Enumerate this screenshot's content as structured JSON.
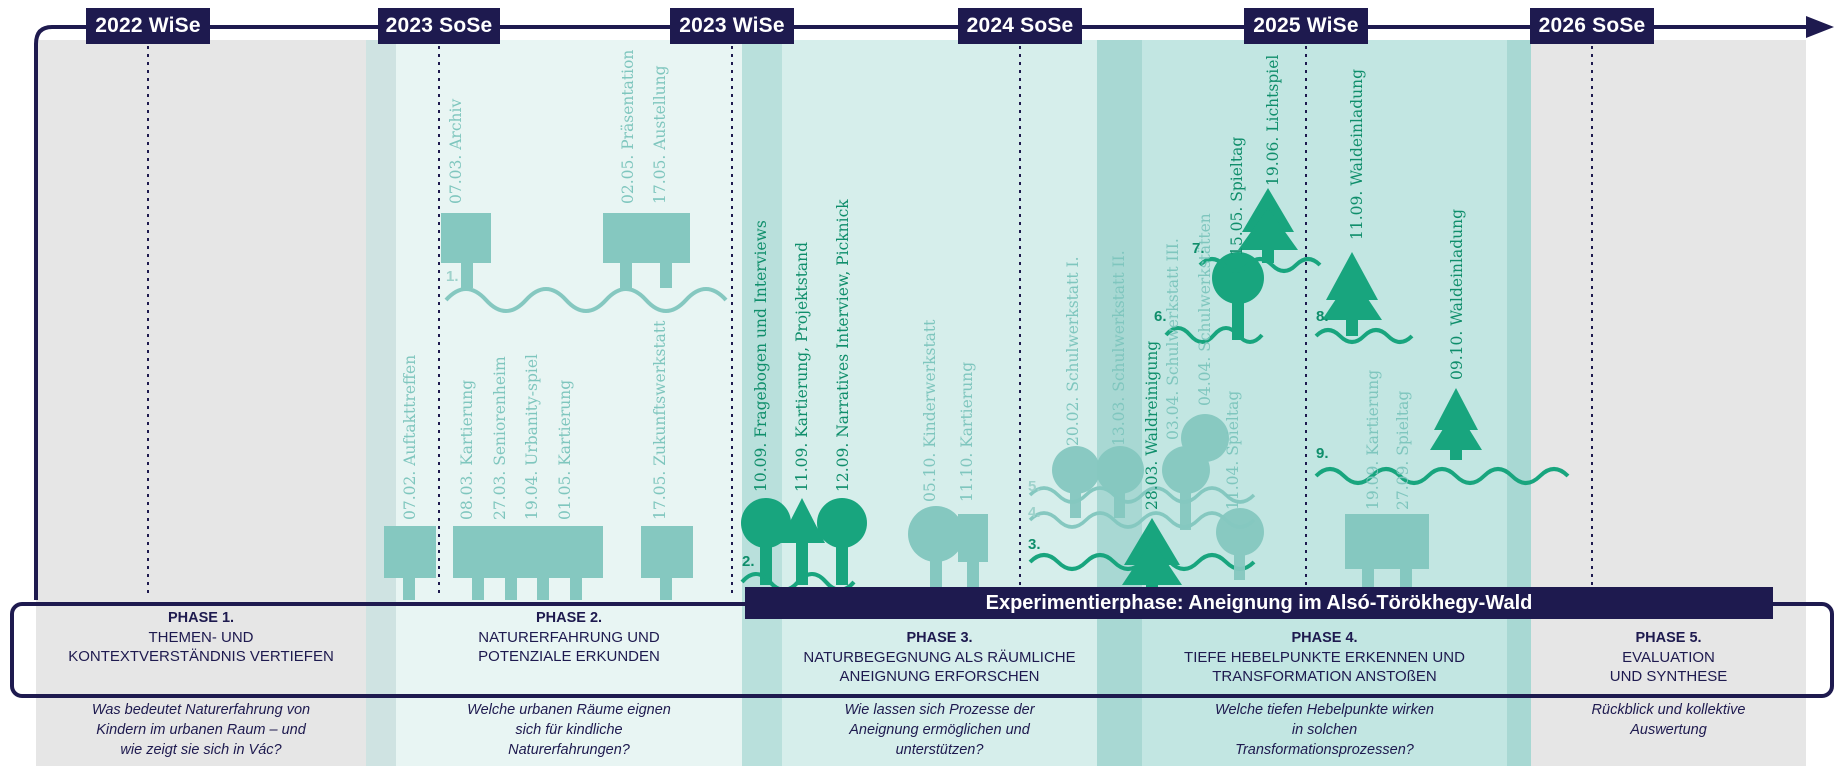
{
  "semesters": [
    "2022 WiSe",
    "2023 SoSe",
    "2023 WiSe",
    "2024 SoSe",
    "2025 WiSe",
    "2026 SoSe"
  ],
  "experiment_phase": "Experimentierphase: Aneignung im Alsó-Törökhegy-Wald",
  "phases": [
    {
      "title": "PHASE 1.",
      "desc": "THEMEN- UND\nKONTEXTVERSTÄNDNIS VERTIEFEN",
      "question": "Was bedeutet Naturerfahrung von\nKindern im urbanen Raum – und\nwie zeigt sie sich in Vác?"
    },
    {
      "title": "PHASE 2.",
      "desc": "NATURERFAHRUNG UND\nPOTENZIALE ERKUNDEN",
      "question": "Welche urbanen Räume eignen\nsich für kindliche\nNaturerfahrungen?"
    },
    {
      "title": "PHASE 3.",
      "desc": "NATURBEGEGNUNG ALS RÄUMLICHE\nANEIGNUNG ERFORSCHEN",
      "question": "Wie lassen sich Prozesse der\nAneignung ermöglichen und\nunterstützen?"
    },
    {
      "title": "PHASE 4.",
      "desc": "TIEFE HEBELPUNKTE ERKENNEN UND\nTRANSFORMATION ANSTOßEN",
      "question": "Welche tiefen Hebelpunkte wirken\nin solchen\nTransformationsprozessen?"
    },
    {
      "title": "PHASE 5.",
      "desc": "EVALUATION\nUND SYNTHESE",
      "question": "Rückblick und kollektive\nAuswertung"
    }
  ],
  "events": [
    "07.03. Archiv",
    "02.05. Präsentation",
    "17.05. Austellung",
    "07.02. Auftakttreffen",
    "08.03. Kartierung",
    "27.03. Seniorenheim",
    "19.04. Urbanity-spiel",
    "01.05. Kartierung",
    "17.05. Zukunftswerkstatt",
    "10.09. Fragebogen und Interviews",
    "11.09. Kartierung, Projektstand",
    "12.09. Narratives Interview, Picknick",
    "05.10. Kinderwerkstatt",
    "11.10. Kartierung",
    "20.02. Schulwerkstatt I.",
    "13.03. Schulwerkstatt II.",
    "28.03. Waldreinigung",
    "03.04. Schulwerkstatt III.",
    "04.04. Schulwerkstätten",
    "11.04. Spieltag",
    "15.05. Spieltag",
    "19.06. Lichtspiel",
    "11.09. Waldeinladung",
    "19.09. Kartierung",
    "27.09. Spieltag",
    "09.10. Waldeinladung"
  ],
  "step_numbers": [
    "1.",
    "2.",
    "3.",
    "4.",
    "5.",
    "6.",
    "7.",
    "8.",
    "9."
  ],
  "colors": {
    "navy": "#1e1a4f",
    "green": "#0f8e6b",
    "teal_light": "#7fc6be",
    "gray": "#e5e5e5"
  }
}
